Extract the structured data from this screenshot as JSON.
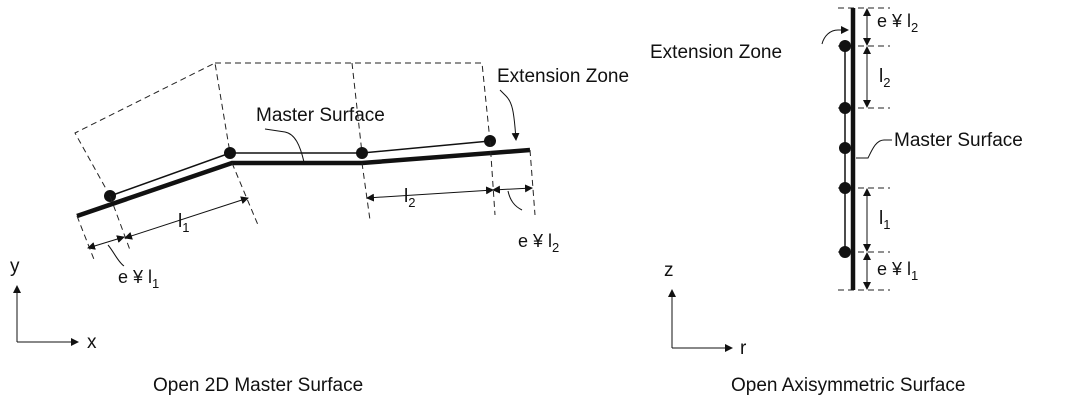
{
  "left_figure": {
    "caption": "Open 2D Master Surface",
    "master_surface_label": "Master Surface",
    "extension_zone_label": "Extension Zone",
    "dim_l1": {
      "main": "l",
      "sub": "1"
    },
    "dim_l2": {
      "main": "l",
      "sub": "2"
    },
    "dim_el1": {
      "main": "e ¥ l",
      "sub": "1"
    },
    "dim_el2": {
      "main": "e ¥ l",
      "sub": "2"
    },
    "axis_y": "y",
    "axis_x": "x"
  },
  "right_figure": {
    "caption": "Open Axisymmetric Surface",
    "master_surface_label": "Master Surface",
    "extension_zone_label": "Extension Zone",
    "dim_l1": {
      "main": "l",
      "sub": "1"
    },
    "dim_l2": {
      "main": "l",
      "sub": "2"
    },
    "dim_el1": {
      "main": "e ¥ l",
      "sub": "1"
    },
    "dim_el2": {
      "main": "e ¥ l",
      "sub": "2"
    },
    "axis_z": "z",
    "axis_r": "r"
  }
}
